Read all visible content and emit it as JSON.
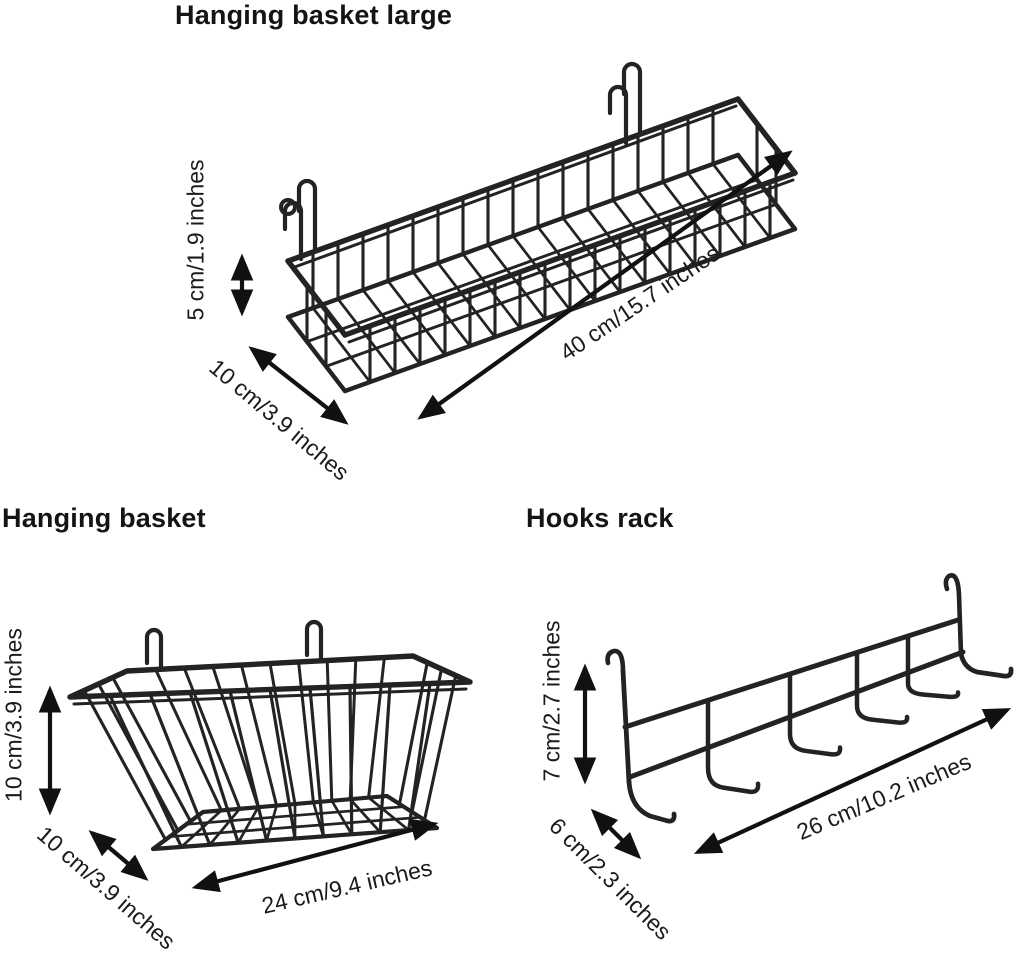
{
  "page": {
    "background": "#ffffff",
    "kind": "product-dimensions-diagram"
  },
  "colors": {
    "wire": "#232323",
    "arrow": "#111111",
    "text": "#1a1a1a"
  },
  "products": [
    {
      "id": "hanging-basket-large",
      "title": "Hanging basket large",
      "dimensions": {
        "height": "5 cm/1.9 inches",
        "depth": "10 cm/3.9 inches",
        "length": "40 cm/15.7 inches"
      }
    },
    {
      "id": "hanging-basket",
      "title": "Hanging basket",
      "dimensions": {
        "height": "10 cm/3.9 inches",
        "depth": "10 cm/3.9 inches",
        "length": "24 cm/9.4 inches"
      }
    },
    {
      "id": "hooks-rack",
      "title": "Hooks rack",
      "dimensions": {
        "height": "7 cm/2.7 inches",
        "depth": "6 cm/2.3 inches",
        "length": "26 cm/10.2 inches"
      }
    }
  ]
}
